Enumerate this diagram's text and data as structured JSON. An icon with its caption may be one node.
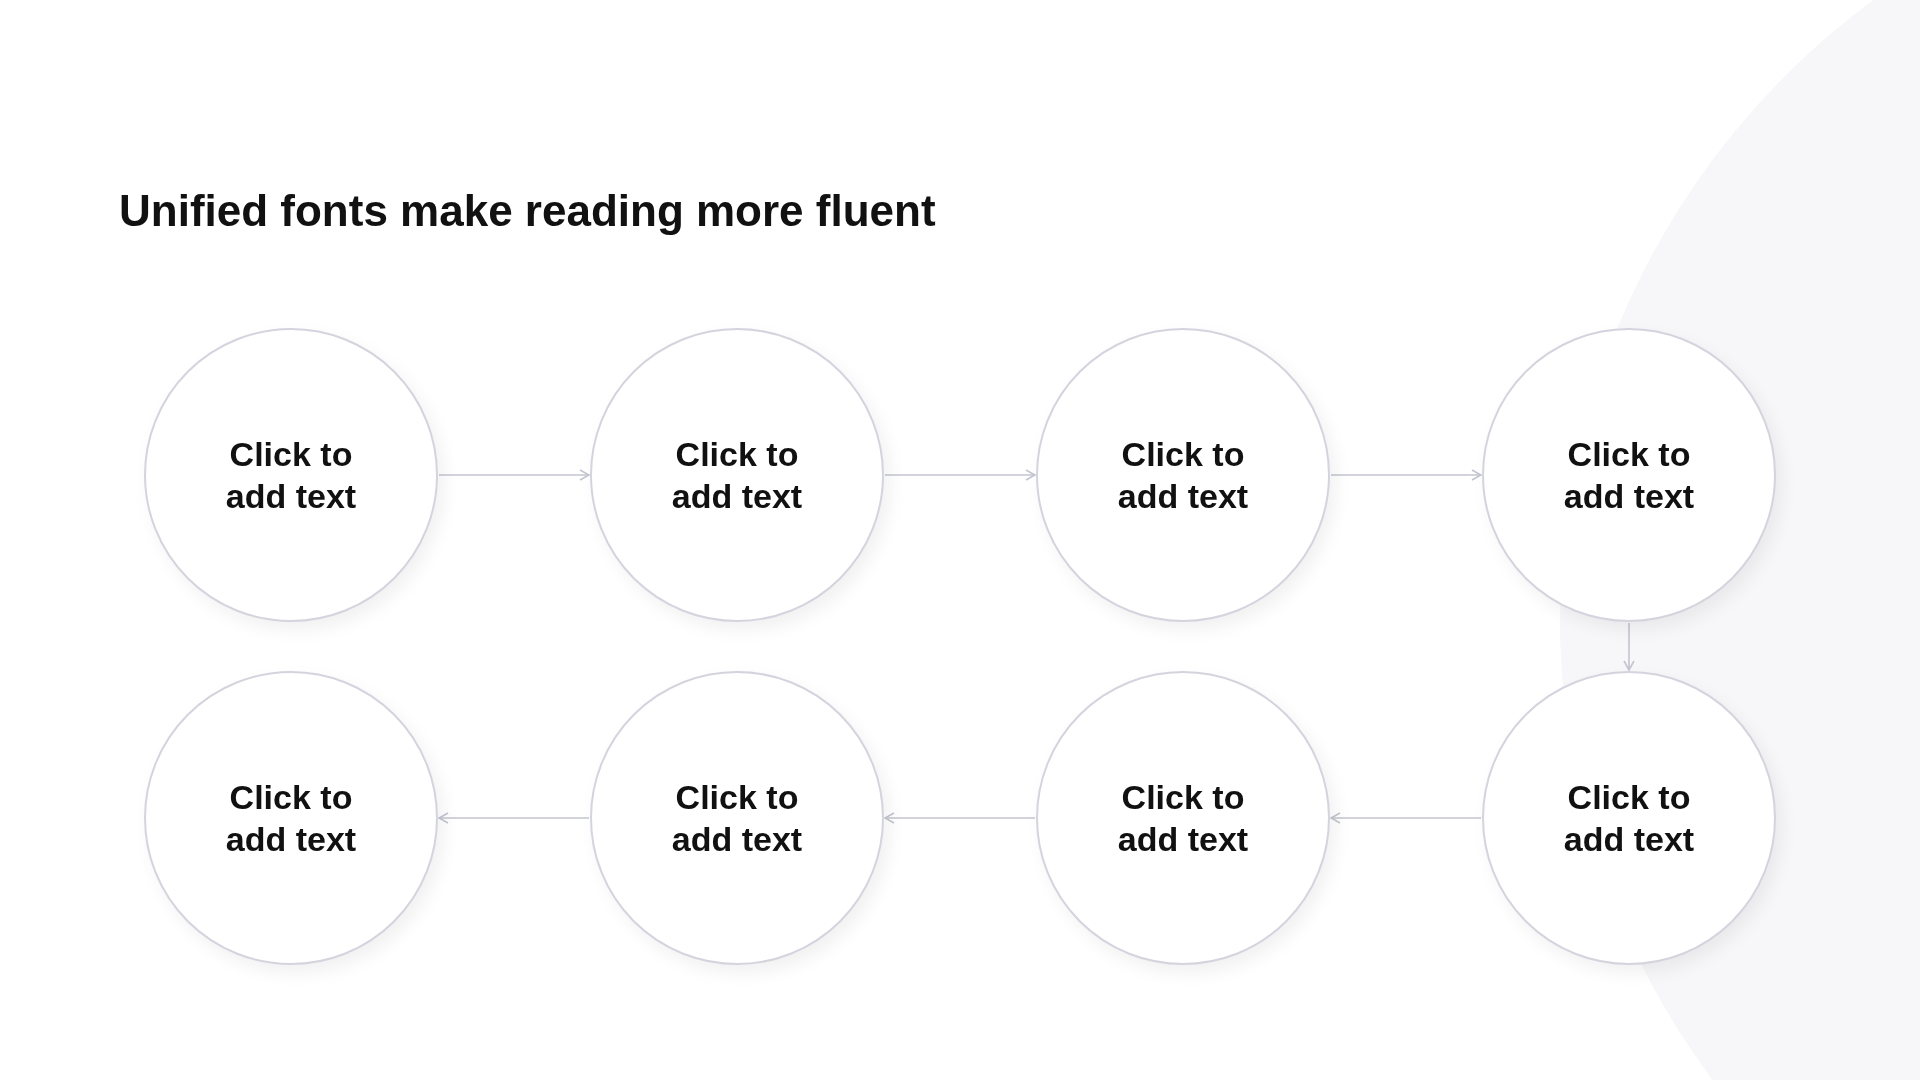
{
  "diagram": {
    "title": "Unified fonts make reading more fluent",
    "nodes": [
      {
        "text": [
          "Click to add text"
        ]
      },
      {
        "text": [
          "Click to add text"
        ]
      },
      {
        "text": [
          "Click to add text"
        ]
      },
      {
        "text": [
          "Click to add text"
        ]
      },
      {
        "text": [
          "Click to add text"
        ]
      },
      {
        "text": [
          "Click to add text"
        ]
      },
      {
        "text": [
          "Click to add text"
        ]
      },
      {
        "text": [
          "Click to add text"
        ]
      }
    ],
    "edges": [
      {
        "from": 0,
        "to": 1,
        "arrow": "to"
      },
      {
        "from": 1,
        "to": 2,
        "arrow": "to"
      },
      {
        "from": 2,
        "to": 3,
        "arrow": "to"
      },
      {
        "from": 3,
        "to": 7,
        "arrow": "to"
      },
      {
        "from": 7,
        "to": 6,
        "arrow": "to"
      },
      {
        "from": 6,
        "to": 5,
        "arrow": "to"
      },
      {
        "from": 5,
        "to": 4,
        "arrow": "to"
      }
    ]
  }
}
